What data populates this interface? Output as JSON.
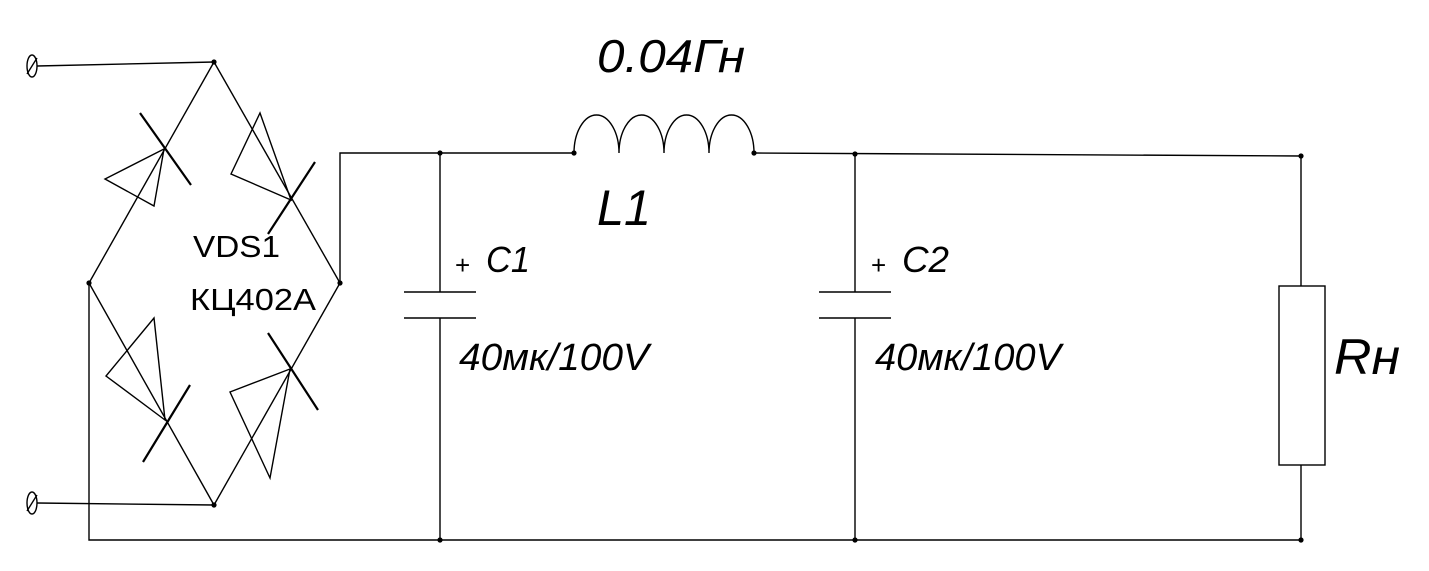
{
  "bridge": {
    "ref": "VDS1",
    "part": "КЦ402А"
  },
  "inductor": {
    "ref": "L1",
    "value": "0.04Гн"
  },
  "capacitor1": {
    "ref": "C1",
    "value": "40мк/100V",
    "polarity": "+"
  },
  "capacitor2": {
    "ref": "C2",
    "value": "40мк/100V",
    "polarity": "+"
  },
  "load": {
    "ref": "Rн"
  },
  "terminal_symbol": "⊘"
}
